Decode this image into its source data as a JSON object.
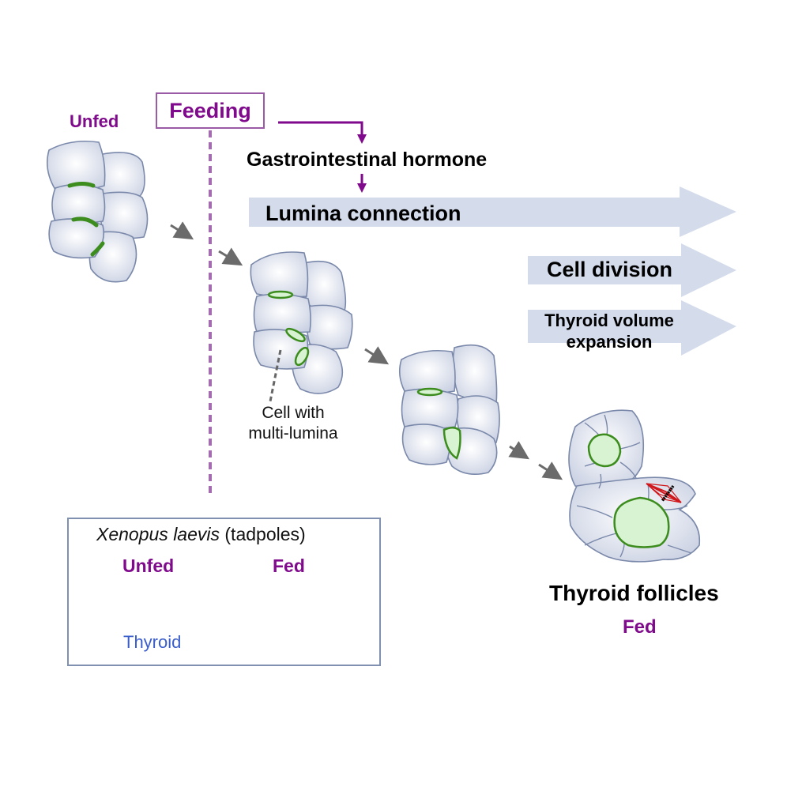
{
  "colors": {
    "purple": "#800a8c",
    "cell_fill": "#e6eaf3",
    "cell_stroke": "#7a88aa",
    "lumen_green": "#3c8c1e",
    "lumen_fill": "#d8f3d2",
    "arrow_band": "#d4dcec",
    "spindle_red": "#d0181c",
    "thyroid_blue": "#3a5dcc",
    "grey_arrow": "#6b6b6b"
  },
  "labels": {
    "unfed": "Unfed",
    "feeding": "Feeding",
    "gi_hormone": "Gastrointestinal hormone",
    "lumina_connection": "Lumina connection",
    "cell_division": "Cell division",
    "thyroid_volume_1": "Thyroid volume",
    "thyroid_volume_2": "expansion",
    "cell_with_1": "Cell with",
    "cell_with_2": "multi-lumina",
    "thyroid_follicles": "Thyroid follicles",
    "fed": "Fed"
  },
  "legend": {
    "species_italic": "Xenopus laevis",
    "species_rest": " (tadpoles)",
    "unfed": "Unfed",
    "fed": "Fed",
    "thyroid": "Thyroid"
  },
  "icons": {
    "cell_cluster": "cell-cluster-icon",
    "tadpole": "tadpole-icon",
    "spindle": "mitotic-spindle-icon"
  }
}
